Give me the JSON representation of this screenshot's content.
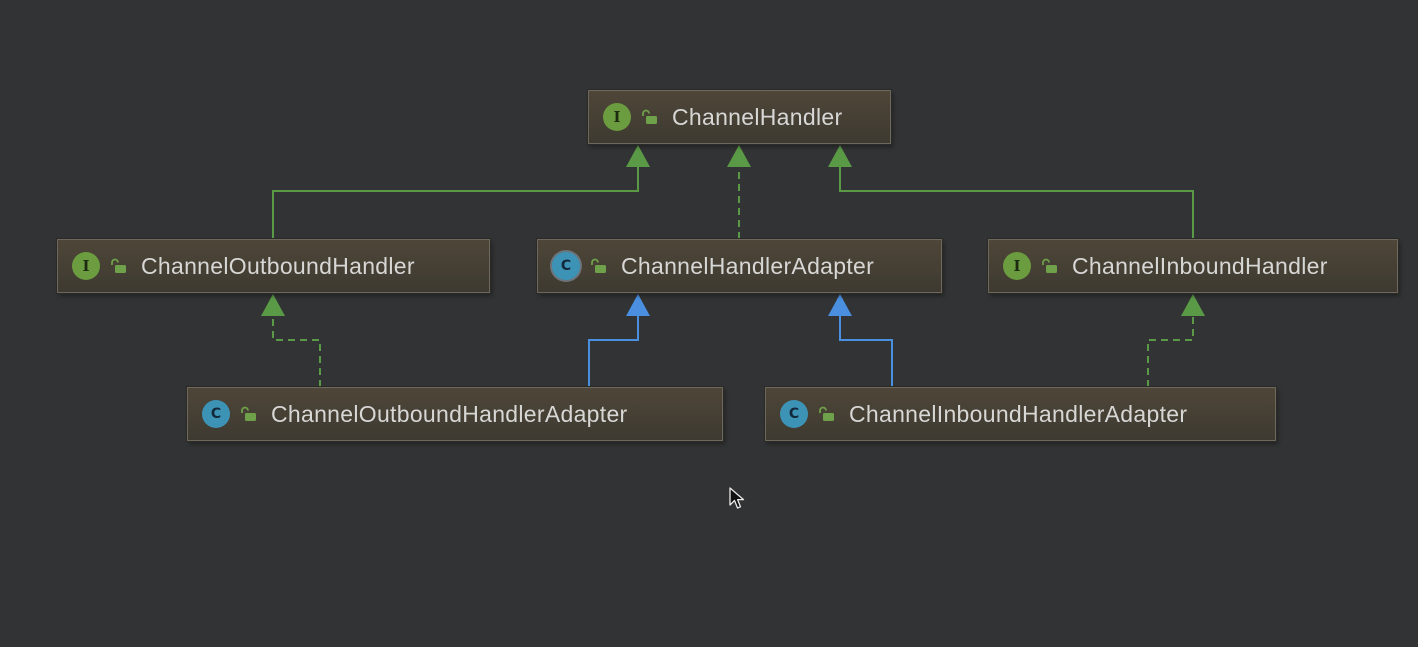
{
  "diagram": {
    "nodes": {
      "channel_handler": {
        "kind": "interface",
        "badge": "I",
        "label": "ChannelHandler"
      },
      "channel_outbound_handler": {
        "kind": "interface",
        "badge": "I",
        "label": "ChannelOutboundHandler"
      },
      "channel_handler_adapter": {
        "kind": "abstract-class",
        "badge": "C",
        "label": "ChannelHandlerAdapter"
      },
      "channel_inbound_handler": {
        "kind": "interface",
        "badge": "I",
        "label": "ChannelInboundHandler"
      },
      "channel_outbound_handler_adapter": {
        "kind": "class",
        "badge": "C",
        "label": "ChannelOutboundHandlerAdapter"
      },
      "channel_inbound_handler_adapter": {
        "kind": "class",
        "badge": "C",
        "label": "ChannelInboundHandlerAdapter"
      }
    },
    "relations": [
      {
        "from": "channel_outbound_handler",
        "to": "channel_handler",
        "type": "extends"
      },
      {
        "from": "channel_handler_adapter",
        "to": "channel_handler",
        "type": "implements"
      },
      {
        "from": "channel_inbound_handler",
        "to": "channel_handler",
        "type": "extends"
      },
      {
        "from": "channel_outbound_handler_adapter",
        "to": "channel_outbound_handler",
        "type": "implements"
      },
      {
        "from": "channel_outbound_handler_adapter",
        "to": "channel_handler_adapter",
        "type": "extends-class"
      },
      {
        "from": "channel_inbound_handler_adapter",
        "to": "channel_handler_adapter",
        "type": "extends-class"
      },
      {
        "from": "channel_inbound_handler_adapter",
        "to": "channel_inbound_handler",
        "type": "implements"
      }
    ],
    "colors": {
      "background": "#323334",
      "interface_relation": "#5a9a47",
      "class_relation": "#4a8fe0",
      "interface_badge": "#6b9c3f",
      "class_badge": "#3c93b6"
    }
  }
}
